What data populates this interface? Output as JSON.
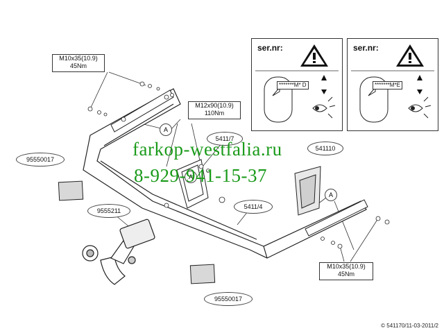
{
  "labels": {
    "bolt_top_left": {
      "line1": "M10x35(10.9)",
      "line2": "45Nm"
    },
    "bolt_center": {
      "line1": "M12x90(10.9)",
      "line2": "110Nm"
    },
    "bolt_bottom_right": {
      "line1": "M10x35(10.9)",
      "line2": "45Nm"
    },
    "part_5411_7": "5411/7",
    "part_541110": "541110",
    "part_5411_4": "5411/4",
    "part_95550017_left": "95550017",
    "part_95550017_bottom": "95550017",
    "part_9555211": "9555211",
    "callout_a_1": "A",
    "callout_a_2": "A",
    "callout_a_3": "A"
  },
  "serial_panels": [
    {
      "title": "ser.nr:",
      "code": "*******M* D"
    },
    {
      "title": "ser.nr:",
      "code": "*******M*E"
    }
  ],
  "watermark": {
    "site": "farkop-westfalia.ru",
    "phone": "8-929-941-15-37"
  },
  "copyright": "© 541170/11-03-2011/2"
}
